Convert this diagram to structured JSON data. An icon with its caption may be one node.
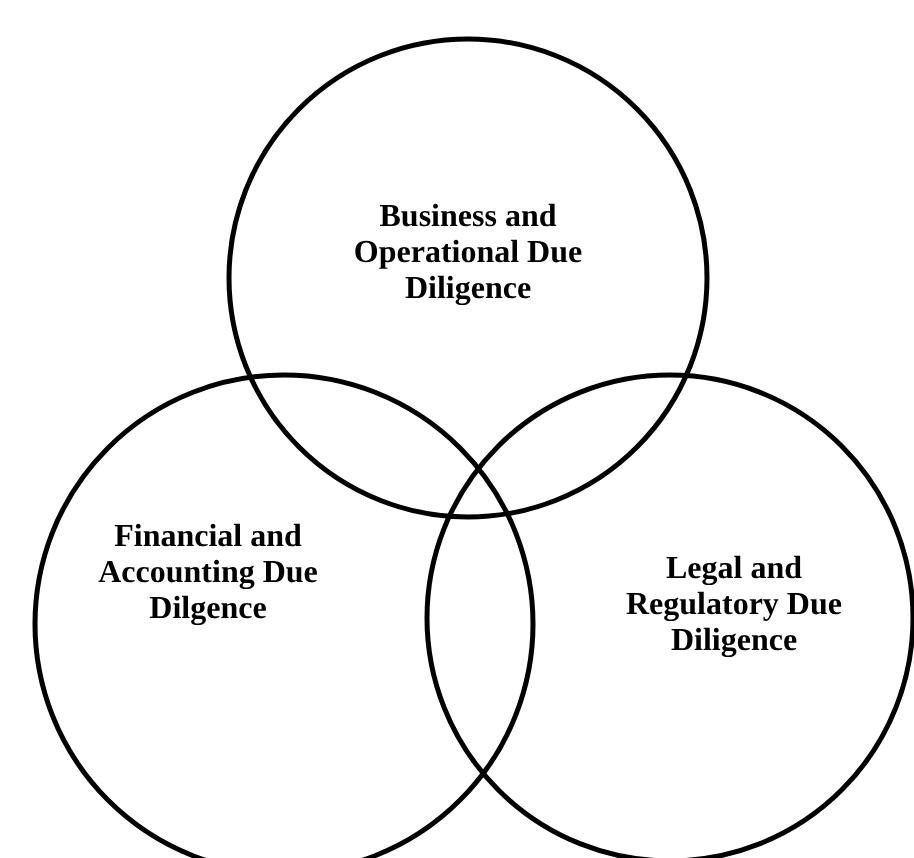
{
  "diagram": {
    "nodes": [
      {
        "text": [
          "Business and Operational Due Diligence"
        ]
      },
      {
        "text": [
          "Financial and Accounting Due Dilgence"
        ]
      },
      {
        "text": [
          "Legal and Regulatory Due Diligence"
        ]
      }
    ]
  }
}
